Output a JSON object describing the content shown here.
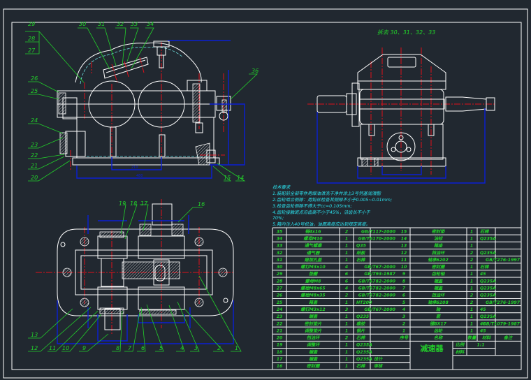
{
  "drawing": {
    "title_block_name": "减速器",
    "scale_label": "比例",
    "scale_value": "1:1",
    "material_label": "材料",
    "drawn_label": "设计",
    "checked_label": "审核"
  },
  "section_view_caption": "拆去 30、31、32、33",
  "technical_requirements": {
    "title": "技术要求",
    "lines": [
      "1.装配前全部零件用煤油清洗干净并涂上3号钙基润滑脂",
      "2.齿轮啮合侧隙：用铅丝检查其侧隙不小于0.005~0.01mm;",
      "3.检查齿轮侧隙不得大于cc=0.105mm;",
      "4.齿轮接触斑点沿齿高不小于45%，沿齿长不小于",
      "70%;",
      "5.箱内注入40号机油，油面高度应达到规定高度。"
    ]
  },
  "parts_table": {
    "header": {
      "no": "序号",
      "name": "名称",
      "qty": "数量",
      "material": "材料",
      "note": "备注"
    },
    "left_rows": [
      {
        "no": "35",
        "name": "销4x16",
        "qty": "2",
        "material": "",
        "std": "GB/T117-2000"
      },
      {
        "no": "34",
        "name": "螺母M10",
        "qty": "1",
        "material": "",
        "std": "GB/T6170-2000"
      },
      {
        "no": "33",
        "name": "通气螺塞",
        "qty": "1",
        "material": "Q35",
        "std": ""
      },
      {
        "no": "32",
        "name": "通气器",
        "qty": "1",
        "material": "纸板",
        "std": ""
      },
      {
        "no": "31",
        "name": "窥视孔盖",
        "qty": "1",
        "material": "石棉",
        "std": ""
      },
      {
        "no": "30",
        "name": "螺钉M3x10",
        "qty": "4",
        "material": "",
        "std": "GB/T67-2000"
      },
      {
        "no": "29",
        "name": "垫圈",
        "qty": "6",
        "material": "",
        "std": "GB/T93-1987"
      },
      {
        "no": "28",
        "name": "螺母M8",
        "qty": "6",
        "material": "",
        "std": "GB/T6782-2000"
      },
      {
        "no": "27",
        "name": "螺栓M8x65",
        "qty": "4",
        "material": "",
        "std": "GB/T5782-2000"
      },
      {
        "no": "26",
        "name": "螺栓M8x35",
        "qty": "2",
        "material": "",
        "std": "GB/T5782-2000"
      },
      {
        "no": "25",
        "name": "箱盖",
        "qty": "1",
        "material": "HT200",
        "std": ""
      },
      {
        "no": "24",
        "name": "螺钉M3x12",
        "qty": "3",
        "material": "",
        "std": "GB/T67-2000"
      },
      {
        "no": "23",
        "name": "端盖",
        "qty": "1",
        "material": "Q235",
        "std": ""
      },
      {
        "no": "22",
        "name": "密封垫片",
        "qty": "1",
        "material": "橡胶",
        "std": ""
      },
      {
        "no": "21",
        "name": "调整垫片",
        "qty": "1",
        "material": "钢片",
        "std": ""
      },
      {
        "no": "20",
        "name": "挡油环",
        "qty": "2",
        "material": "石棉",
        "std": ""
      },
      {
        "no": "19",
        "name": "调整环",
        "qty": "1",
        "material": "Q235A",
        "std": ""
      },
      {
        "no": "18",
        "name": "端盖",
        "qty": "1",
        "material": "Q235A",
        "std": ""
      },
      {
        "no": "17",
        "name": "端盖",
        "qty": "1",
        "material": "Q235A",
        "std": ""
      },
      {
        "no": "16",
        "name": "密封圈",
        "qty": "1",
        "material": "石棉",
        "std": ""
      }
    ],
    "right_rows": [
      {
        "no": "15",
        "name": "密封垫",
        "qty": "1",
        "material": "石棉",
        "std": ""
      },
      {
        "no": "14",
        "name": "油标",
        "qty": "1",
        "material": "Q235A",
        "std": ""
      },
      {
        "no": "13",
        "name": "箱座",
        "qty": "1",
        "material": "",
        "std": ""
      },
      {
        "no": "12",
        "name": "挡油环",
        "qty": "2",
        "material": "Q235A",
        "std": ""
      },
      {
        "no": "11",
        "name": "轴承6202",
        "qty": "2",
        "material": "",
        "std": "GB/T276-1997"
      },
      {
        "no": "10",
        "name": "密封圈",
        "qty": "1",
        "material": "石棉",
        "std": ""
      },
      {
        "no": "9",
        "name": "齿轮轴",
        "qty": "1",
        "material": "45",
        "std": ""
      },
      {
        "no": "8",
        "name": "端盖",
        "qty": "1",
        "material": "Q235A",
        "std": ""
      },
      {
        "no": "7",
        "name": "端盖",
        "qty": "1",
        "material": "Q235A",
        "std": ""
      },
      {
        "no": "6",
        "name": "挡油环",
        "qty": "2",
        "material": "Q235A",
        "std": ""
      },
      {
        "no": "5",
        "name": "轴承6208",
        "qty": "2",
        "material": "",
        "std": "GB/T276-1997"
      },
      {
        "no": "4",
        "name": "轴",
        "qty": "1",
        "material": "45",
        "std": ""
      },
      {
        "no": "3",
        "name": "套",
        "qty": "1",
        "material": "Q235A",
        "std": ""
      },
      {
        "no": "2",
        "name": "键8X17",
        "qty": "1",
        "material": "45",
        "std": "GB/T1079-1987"
      },
      {
        "no": "1",
        "name": "齿轮",
        "qty": "1",
        "material": "45",
        "std": ""
      }
    ]
  },
  "callouts": {
    "front_view": [
      "29",
      "28",
      "27",
      "30",
      "31",
      "32",
      "33",
      "34",
      "26",
      "25",
      "24",
      "23",
      "22",
      "21",
      "20",
      "36",
      "15",
      "14"
    ],
    "top_view": [
      "19",
      "18",
      "17",
      "16",
      "13",
      "12",
      "11",
      "10",
      "9",
      "8",
      "7",
      "6",
      "5",
      "4",
      "3",
      "2",
      "1"
    ]
  },
  "colors": {
    "background": "#212830",
    "outline": "#ffffff",
    "centerline": "#e0101a",
    "dimension": "#0a1fd6",
    "leader": "#22d12a",
    "note_text": "#2be3ef"
  }
}
